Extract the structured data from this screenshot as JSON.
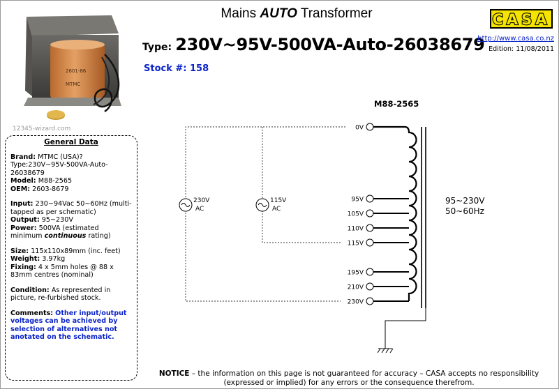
{
  "header": {
    "title_prefix": "Mains",
    "title_emphasis": "AUTO",
    "title_suffix": "Transformer",
    "type_label": "Type:",
    "type_value": "230V~95V-500VA-Auto-26038679",
    "stock": "Stock #: 158",
    "logo_text": "CASA",
    "url": "http://www.casa.co.nz",
    "edition": "Edition: 11/08/2011"
  },
  "photo": {
    "label_line1": "2601-86",
    "label_line2": "MTMC",
    "watermark": "12345-wizard.com"
  },
  "general": {
    "title": "General Data",
    "brand_label": "Brand:",
    "brand_value": "MTMC (USA)?",
    "type_line": "Type:230V~95V-500VA-Auto-26038679",
    "model_label": "Model:",
    "model_value": "M88-2565",
    "oem_label": "OEM:",
    "oem_value": "2603-8679",
    "input_label": "Input:",
    "input_value": "230~94Vac 50~60Hz (multi-tapped as per schematic)",
    "output_label": "Output:",
    "output_value": "95~230V",
    "power_label": "Power:",
    "power_value": "500VA (estimated minimum",
    "power_italic": "continuous",
    "power_tail": "rating)",
    "size_label": "Size:",
    "size_value": "115x110x89mm (inc. feet)",
    "weight_label": "Weight:",
    "weight_value": "3.97kg",
    "fixing_label": "Fixing:",
    "fixing_value": "4 x 5mm holes @ 88 x 83mm centres (nominal)",
    "condition_label": "Condition:",
    "condition_value": "As represented in picture, re-furbished stock.",
    "comments_label": "Comments:",
    "comments_value": "Other input/output voltages can be achieved by selection of alternatives not anotated on the schematic."
  },
  "schematic": {
    "model": "M88-2565",
    "taps": [
      "0V",
      "95V",
      "105V",
      "110V",
      "115V",
      "195V",
      "210V",
      "230V"
    ],
    "source_left_volts": "230V",
    "source_left_type": "AC",
    "source_right_volts": "115V",
    "source_right_type": "AC",
    "rating_volts": "95~230V",
    "rating_freq": "50~60Hz"
  },
  "notice": {
    "label": "NOTICE",
    "line1": "– the information on this page is not guaranteed for accuracy – CASA accepts no responsibility",
    "line2": "(expressed or implied) for any errors or the consequence therefrom."
  },
  "colors": {
    "link_blue": "#0a23c8",
    "logo_yellow": "#f5e400",
    "copper": "#d38a4b"
  }
}
